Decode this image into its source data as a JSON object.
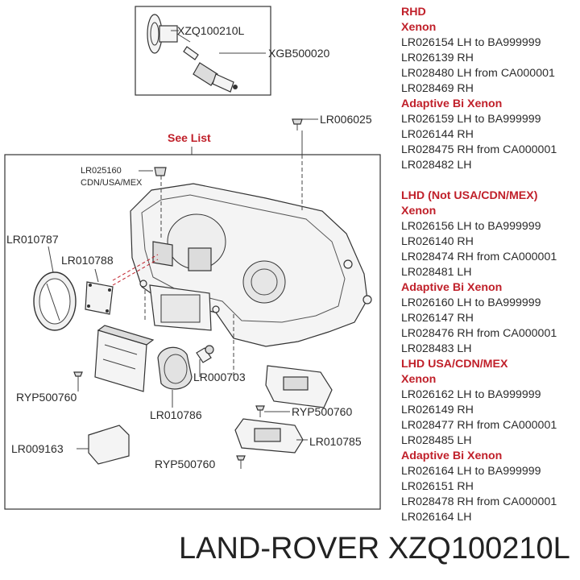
{
  "callouts": {
    "bulb_top": "XZQ100210L",
    "bulb_side": "XGB500020",
    "screw_top": "LR006025",
    "see_list": "See List",
    "cap_code": "LR025160",
    "cap_note": "CDN/USA/MEX",
    "ring": "LR010787",
    "bracket": "LR010788",
    "module_screw": "RYP500760",
    "cover": "LR010786",
    "bulb_small": "LR000703",
    "ballast_screw_a": "RYP500760",
    "ballast": "LR010785",
    "igniter": "LR009163",
    "ballast_screw_b": "RYP500760"
  },
  "parts_list": [
    {
      "text": "RHD",
      "header": true
    },
    {
      "text": "Xenon",
      "header": true
    },
    {
      "text": "LR026154 LH to BA999999",
      "header": false
    },
    {
      "text": "LR026139 RH",
      "header": false
    },
    {
      "text": "LR028480 LH from CA000001",
      "header": false
    },
    {
      "text": "LR028469 RH",
      "header": false
    },
    {
      "text": "Adaptive Bi Xenon",
      "header": true
    },
    {
      "text": "LR026159 LH to BA999999",
      "header": false
    },
    {
      "text": "LR026144 RH",
      "header": false
    },
    {
      "text": "LR028475 RH from CA000001",
      "header": false
    },
    {
      "text": "LR028482 LH",
      "header": false
    },
    {
      "text": "",
      "header": false
    },
    {
      "text": "LHD (Not USA/CDN/MEX)",
      "header": true
    },
    {
      "text": "Xenon",
      "header": true
    },
    {
      "text": "LR026156 LH to BA999999",
      "header": false
    },
    {
      "text": "LR026140 RH",
      "header": false
    },
    {
      "text": "LR028474 RH from CA000001",
      "header": false
    },
    {
      "text": "LR028481 LH",
      "header": false
    },
    {
      "text": "Adaptive Bi Xenon",
      "header": true
    },
    {
      "text": "LR026160 LH to BA999999",
      "header": false
    },
    {
      "text": "LR026147 RH",
      "header": false
    },
    {
      "text": "LR028476 RH from CA000001",
      "header": false
    },
    {
      "text": "LR028483 LH",
      "header": false
    },
    {
      "text": "LHD USA/CDN/MEX",
      "header": true
    },
    {
      "text": "Xenon",
      "header": true
    },
    {
      "text": "LR026162 LH to BA999999",
      "header": false
    },
    {
      "text": "LR026149 RH",
      "header": false
    },
    {
      "text": "LR028477 RH from CA000001",
      "header": false
    },
    {
      "text": "LR028485 LH",
      "header": false
    },
    {
      "text": "Adaptive Bi Xenon",
      "header": true
    },
    {
      "text": "LR026164 LH to BA999999",
      "header": false
    },
    {
      "text": "LR026151 RH",
      "header": false
    },
    {
      "text": "LR028478 RH from CA000001",
      "header": false
    },
    {
      "text": "LR026164 LH",
      "header": false
    }
  ],
  "brand_line": "LAND-ROVER XZQ100210L"
}
